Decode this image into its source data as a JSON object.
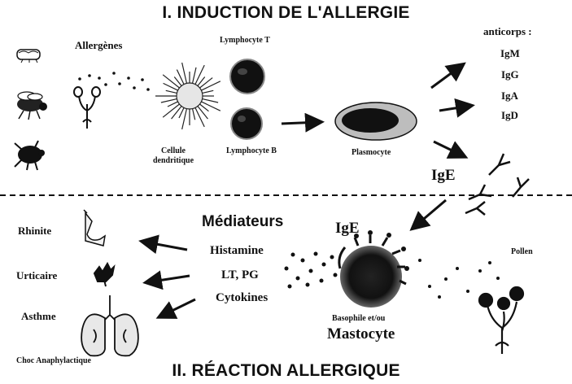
{
  "titles": {
    "top": "I. INDUCTION DE L'ALLERGIE",
    "bottom": "II. RÉACTION ALLERGIQUE"
  },
  "induction": {
    "allergens": "Allergènes",
    "lymphocyte_t": "Lymphocyte T",
    "lymphocyte_b": "Lymphocyte B",
    "dendritic_cell": [
      "Cellule",
      "dendritique"
    ],
    "plasmocyte": "Plasmocyte",
    "antibodies_header": "anticorps :",
    "antibodies": [
      "IgM",
      "IgG",
      "IgA",
      "IgD"
    ],
    "ige": "IgE"
  },
  "reaction": {
    "mediators_header": "Médiateurs",
    "mediators": [
      "Histamine",
      "LT, PG",
      "Cytokines"
    ],
    "ige_cell": "IgE",
    "basophil": "Basophile et/ou",
    "mastocyte": "Mastocyte",
    "pollen": "Pollen",
    "symptoms": [
      "Rhinite",
      "Urticaire",
      "Asthme"
    ],
    "shock": "Choc Anaphylactique"
  }
}
